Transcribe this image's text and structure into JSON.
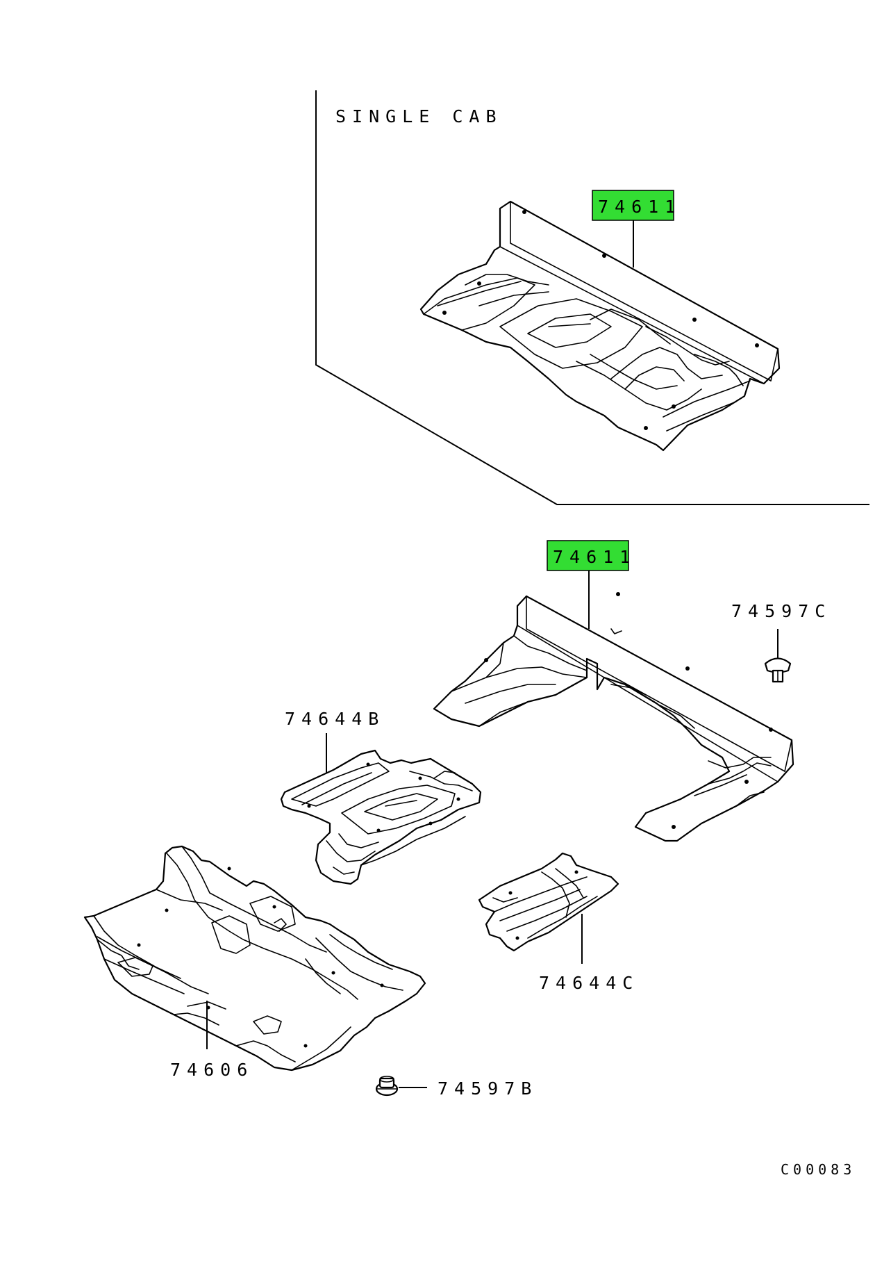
{
  "variant_label": "SINGLE CAB",
  "highlight_color": "#33dd33",
  "callouts": {
    "upper_floor_panel": "74611",
    "lower_floor_panel": "74611",
    "clip_c": "74597C",
    "clip_b": "74597B",
    "floor_pan_b": "74644B",
    "floor_pan_c": "74644C",
    "front_floor": "74606"
  },
  "diagram_code": "C00083"
}
